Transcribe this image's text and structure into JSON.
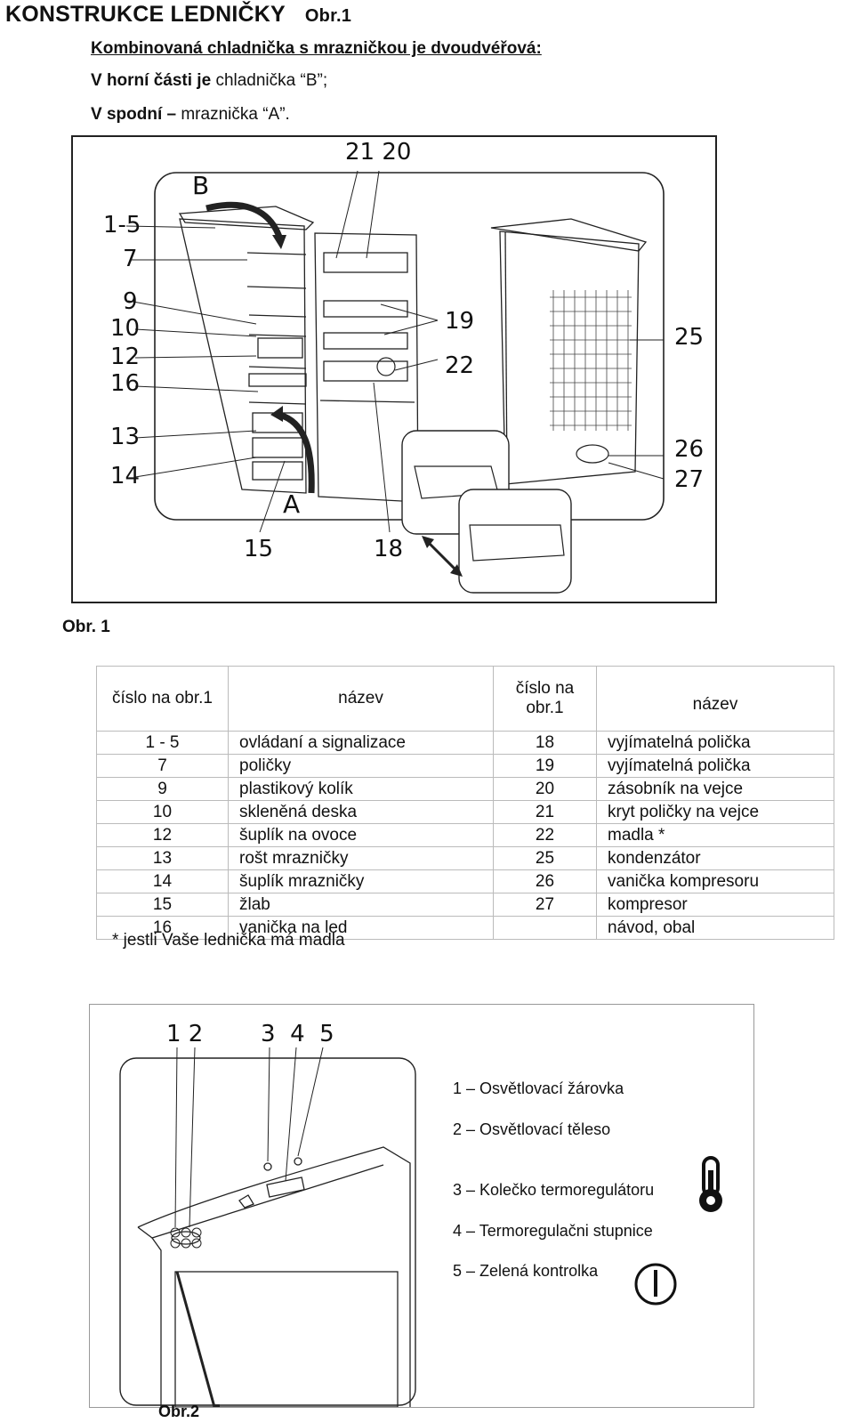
{
  "header": {
    "title": "KONSTRUKCE LEDNIČKY",
    "title_ref": "Obr.1",
    "subtitle": "Kombinovaná chladnička s mrazničkou je dvoudvéřová:",
    "line_top_bold": "V horní části je",
    "line_top_rest": "chladnička “B”;",
    "line_bottom_bold": "V spodní –",
    "line_bottom_rest": "mraznička “A”."
  },
  "figure1": {
    "caption": "Obr. 1",
    "labels": {
      "b": "B",
      "a": "A",
      "n1_5": "1-5",
      "n7": "7",
      "n9": "9",
      "n10": "10",
      "n12": "12",
      "n16": "16",
      "n13": "13",
      "n14": "14",
      "n15": "15",
      "n18": "18",
      "n21_20": "21 20",
      "n19": "19",
      "n22": "22",
      "n25": "25",
      "n26": "26",
      "n27": "27"
    }
  },
  "parts_table": {
    "headers": {
      "num1": "číslo na obr.1",
      "name1": "název",
      "num2": "číslo na obr.1",
      "name2": "název"
    },
    "rows": [
      {
        "n1": "1 - 5",
        "t1": "ovládaní a signalizace",
        "n2": "18",
        "t2": "vyjímatelná polička"
      },
      {
        "n1": "7",
        "t1": "poličky",
        "n2": "19",
        "t2": "vyjímatelná polička"
      },
      {
        "n1": "9",
        "t1": "plastikový kolík",
        "n2": "20",
        "t2": "zásobník na vejce"
      },
      {
        "n1": "10",
        "t1": "skleněná deska",
        "n2": "21",
        "t2": "kryt poličky na vejce"
      },
      {
        "n1": "12",
        "t1": "šuplík na ovoce",
        "n2": "22",
        "t2": "madla *"
      },
      {
        "n1": "13",
        "t1": "rošt mrazničky",
        "n2": "25",
        "t2": "kondenzátor"
      },
      {
        "n1": "14",
        "t1": "šuplík mrazničky",
        "n2": "26",
        "t2": "vanička kompresoru"
      },
      {
        "n1": "15",
        "t1": "žlab",
        "n2": "27",
        "t2": "kompresor"
      },
      {
        "n1": "16",
        "t1": "vanička na led",
        "n2": "",
        "t2": "návod, obal"
      }
    ],
    "note": "* jestli Vaše lednička má madla"
  },
  "figure2": {
    "caption": "Obr.2",
    "numbers": {
      "n12": "1 2",
      "n345": "3  4  5"
    },
    "legend": [
      "1 – Osvětlovací žárovka",
      "2 – Osvětlovací těleso",
      "3 – Kolečko termoregulátoru",
      "4 – Termoregulačni stupnice",
      "5 – Zelená kontrolka"
    ],
    "icons": [
      "thermometer-icon",
      "power-indicator-icon"
    ]
  }
}
